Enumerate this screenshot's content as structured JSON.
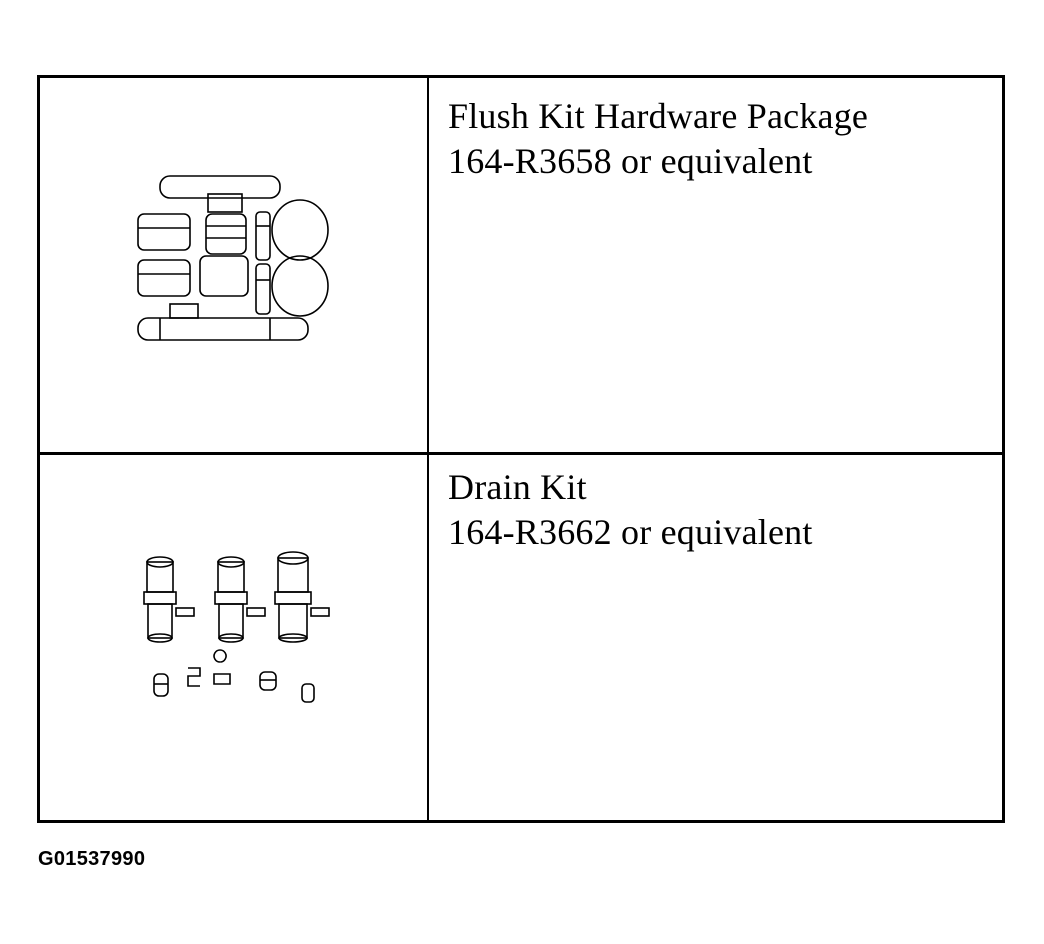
{
  "rows": [
    {
      "title": "Flush Kit Hardware Package",
      "part": "164-R3658 or equivalent",
      "illustration": "flush-kit-parts"
    },
    {
      "title": "Drain Kit",
      "part": "164-R3662 or equivalent",
      "illustration": "drain-kit-parts"
    }
  ],
  "figure_id": "G01537990"
}
